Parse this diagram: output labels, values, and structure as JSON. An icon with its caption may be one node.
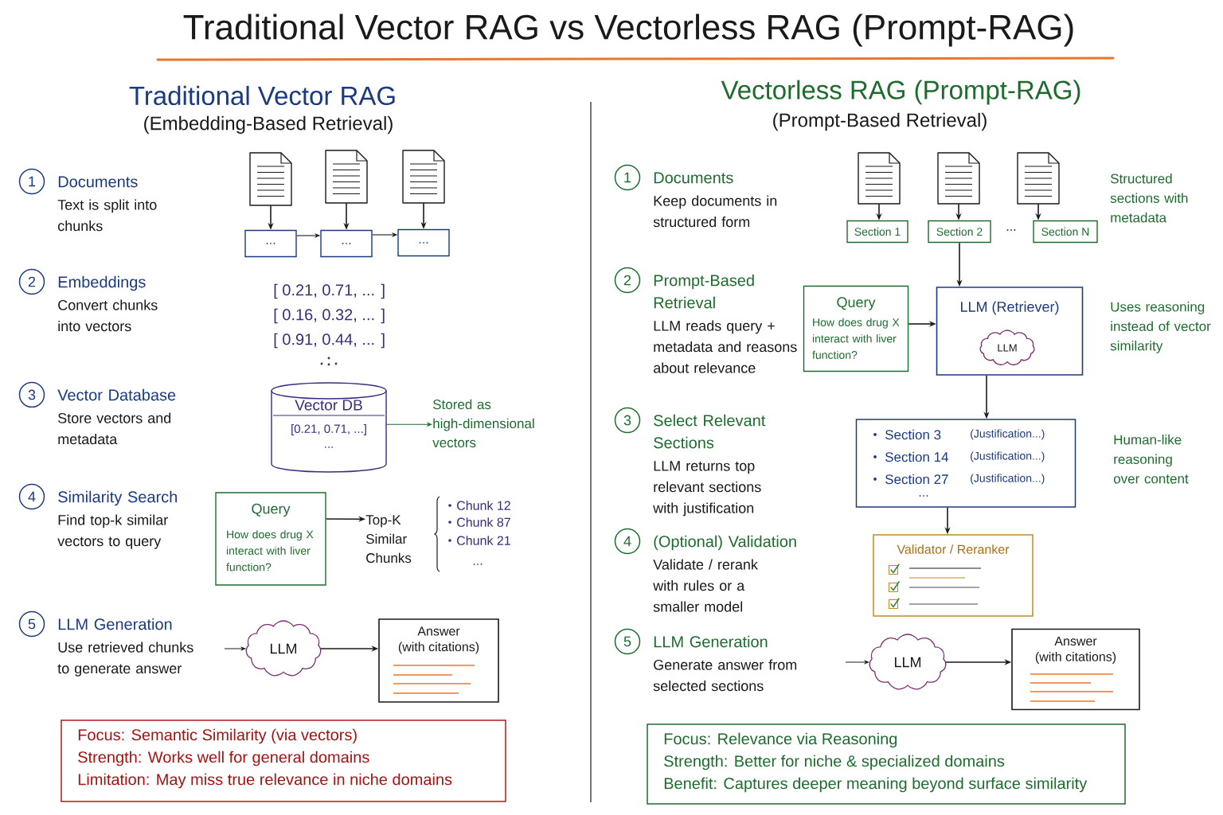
{
  "diagram": {
    "title": "Traditional Vector RAG vs Vectorless RAG (Prompt-RAG)",
    "nodes": [
      {
        "text": [
          "1"
        ],
        "beside": [
          "Documents",
          "Text is split into chunks"
        ]
      },
      {
        "text": [],
        "shape": "document"
      },
      {
        "text": [],
        "shape": "document"
      },
      {
        "text": [],
        "shape": "document"
      },
      {
        "text": [
          "..."
        ]
      },
      {
        "text": [
          "..."
        ]
      },
      {
        "text": [
          "..."
        ]
      },
      {
        "text": [
          "2"
        ],
        "beside": [
          "Embeddings",
          "Convert chunks into vectors"
        ]
      },
      {
        "text": [
          "3"
        ],
        "beside": [
          "Vector Database",
          "Store vectors and metadata"
        ]
      },
      {
        "text": [
          "Vector DB",
          "[0.21, 0.71, ...]",
          "..."
        ]
      },
      {
        "text": [
          "Stored as high-dimensional vectors"
        ]
      },
      {
        "text": [
          "4"
        ],
        "beside": [
          "Similarity Search",
          "Find top-k similar vectors to query"
        ]
      },
      {
        "text": [
          "Query",
          "How does drug X interact with liver function?"
        ]
      },
      {
        "text": [
          "Top-K Similar Chunks"
        ]
      },
      {
        "text": [
          "5"
        ],
        "beside": [
          "LLM Generation",
          "Use retrieved chunks to generate answer"
        ]
      },
      {
        "text": [
          "LLM"
        ]
      },
      {
        "text": [
          "Answer",
          "(with citations)"
        ]
      },
      {
        "text": [
          "Focus: Semantic Similarity (via vectors)",
          "Strength: Works well for general domains",
          "Limitation: May miss true relevance in niche domains"
        ]
      },
      {
        "text": [
          "1"
        ],
        "beside": [
          "Documents",
          "Keep documents in structured form"
        ]
      },
      {
        "text": [],
        "shape": "document"
      },
      {
        "text": [],
        "shape": "document"
      },
      {
        "text": [],
        "shape": "document"
      },
      {
        "text": [
          "Section 1"
        ]
      },
      {
        "text": [
          "Section 2"
        ]
      },
      {
        "text": [
          "Section N"
        ]
      },
      {
        "text": [
          "2"
        ],
        "beside": [
          "Prompt-Based Retrieval",
          "LLM reads query + metadata and reasons about relevance"
        ]
      },
      {
        "text": [
          "Query",
          "How does drug X interact with liver function?"
        ]
      },
      {
        "text": [
          "LLM (Retriever)"
        ]
      },
      {
        "text": [
          "LLM"
        ],
        "in": 27
      },
      {
        "text": [
          "3"
        ],
        "beside": [
          "Select Relevant Sections",
          "LLM returns top relevant sections with justification"
        ]
      },
      {
        "text": [
          "Section 3",
          "(Justification...)",
          "Section 14",
          "(Justification...)",
          "Section 27",
          "(Justification...)",
          "..."
        ]
      },
      {
        "text": [
          "4"
        ],
        "beside": [
          "(Optional) Validation",
          "Validate / rerank with rules or a smaller model"
        ]
      },
      {
        "text": [
          "Validator / Reranker"
        ]
      },
      {
        "text": [
          "5"
        ],
        "beside": [
          "LLM Generation",
          "Generate answer from selected sections"
        ]
      },
      {
        "text": [
          "LLM"
        ]
      },
      {
        "text": [
          "Answer",
          "(with citations)"
        ]
      },
      {
        "text": [
          "Focus: Relevance via Reasoning",
          "Strength: Better for niche & specialized domains",
          "Benefit: Captures deeper meaning beyond surface similarity"
        ]
      }
    ],
    "edges": [
      {
        "from": 1,
        "to": 4,
        "arrow": "to"
      },
      {
        "from": 2,
        "to": 5,
        "arrow": "to"
      },
      {
        "from": 3,
        "to": 6,
        "arrow": "to"
      },
      {
        "from": 4,
        "to": 5,
        "arrow": "to"
      },
      {
        "from": 5,
        "to": 6,
        "arrow": "to"
      },
      {
        "from": 9,
        "to": 10,
        "arrow": "to",
        "color": "#1e6b2e"
      },
      {
        "from": 12,
        "to": 13,
        "arrow": "to"
      },
      {
        "from": null,
        "to": 15,
        "arrow": "to"
      },
      {
        "from": 15,
        "to": 16,
        "arrow": "to"
      },
      {
        "from": 19,
        "to": 22,
        "arrow": "to"
      },
      {
        "from": 20,
        "to": 23,
        "arrow": "to"
      },
      {
        "from": 21,
        "to": 24,
        "arrow": "to"
      },
      {
        "from": 23,
        "to": 27,
        "arrow": "to"
      },
      {
        "from": 26,
        "to": 27,
        "arrow": "to"
      },
      {
        "from": 27,
        "to": 30,
        "arrow": "to"
      },
      {
        "from": 30,
        "to": 32,
        "arrow": "to"
      },
      {
        "from": null,
        "to": 34,
        "arrow": "to"
      },
      {
        "from": 34,
        "to": 35,
        "arrow": "to"
      }
    ],
    "labels": [
      "Traditional Vector RAG",
      "(Embedding-Based Retrieval)",
      "[ 0.21, 0.71, ... ]",
      "[ 0.16, 0.32, ... ]",
      "[ 0.91, 0.44, ... ]",
      "Chunk 12",
      "Chunk 87",
      "Chunk 21",
      "...",
      "Vectorless RAG (Prompt-RAG)",
      "(Prompt-Based Retrieval)",
      "...",
      "Structured sections with metadata",
      "Uses reasoning instead of vector similarity",
      "Human-like reasoning over content"
    ]
  }
}
